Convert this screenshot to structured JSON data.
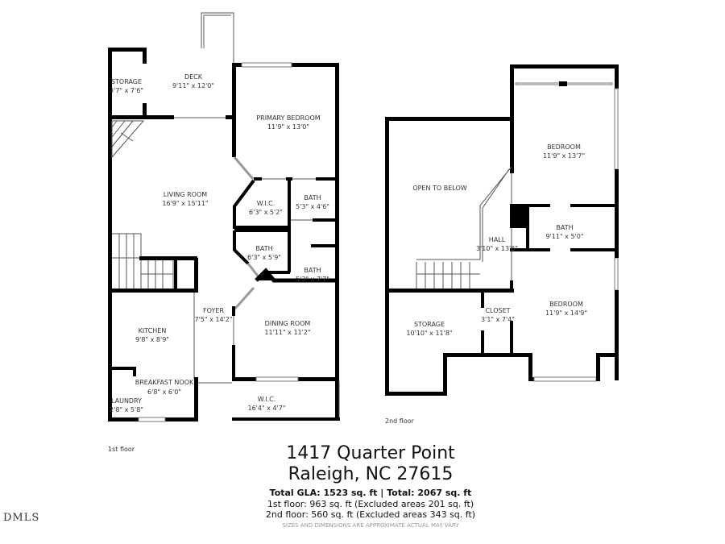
{
  "floors": [
    {
      "label": "1st floor",
      "rooms": [
        {
          "name": "STORAGE",
          "dims": "3'7\" x 7'6\""
        },
        {
          "name": "DECK",
          "dims": "9'11\" x 12'0\""
        },
        {
          "name": "PRIMARY BEDROOM",
          "dims": "11'9\" x 13'0\""
        },
        {
          "name": "LIVING ROOM",
          "dims": "16'9\" x 15'11\""
        },
        {
          "name": "W.I.C.",
          "dims": "6'3\" x 5'2\""
        },
        {
          "name": "BATH",
          "dims": "5'3\" x 4'6\""
        },
        {
          "name": "BATH",
          "dims": "6'3\" x 5'9\""
        },
        {
          "name": "BATH",
          "dims": "5'3\" x 7'7\""
        },
        {
          "name": "FOYER",
          "dims": "7'5\" x 14'2\""
        },
        {
          "name": "KITCHEN",
          "dims": "9'8\" x 8'9\""
        },
        {
          "name": "DINING ROOM",
          "dims": "11'11\" x 11'2\""
        },
        {
          "name": "BREAKFAST NOOK",
          "dims": "6'8\" x 6'0\""
        },
        {
          "name": "LAUNDRY",
          "dims": "2'8\" x 5'8\""
        },
        {
          "name": "W.I.C.",
          "dims": "16'4\" x 4'7\""
        }
      ]
    },
    {
      "label": "2nd floor",
      "rooms": [
        {
          "name": "OPEN TO BELOW",
          "dims": ""
        },
        {
          "name": "BEDROOM",
          "dims": "11'9\" x 13'7\""
        },
        {
          "name": "BATH",
          "dims": "9'11\" x 5'0\""
        },
        {
          "name": "HALL",
          "dims": "3'10\" x 13'6\""
        },
        {
          "name": "STORAGE",
          "dims": "10'10\" x 11'8\""
        },
        {
          "name": "CLOSET",
          "dims": "3'1\" x 7'4\""
        },
        {
          "name": "BEDROOM",
          "dims": "11'9\" x 14'9\""
        }
      ]
    }
  ],
  "address": {
    "line1": "1417 Quarter Point",
    "line2": "Raleigh, NC  27615"
  },
  "summary": {
    "total": "Total GLA: 1523 sq. ft | Total: 2067 sq. ft",
    "floor1": "1st floor: 963 sq. ft (Excluded areas 201 sq. ft)",
    "floor2": "2nd floor: 560 sq. ft (Excluded areas 343 sq. ft)",
    "disclaimer": "SIZES AND DIMENSIONS ARE APPROXIMATE ACTUAL MAY VARY"
  },
  "logo": "DMLS"
}
